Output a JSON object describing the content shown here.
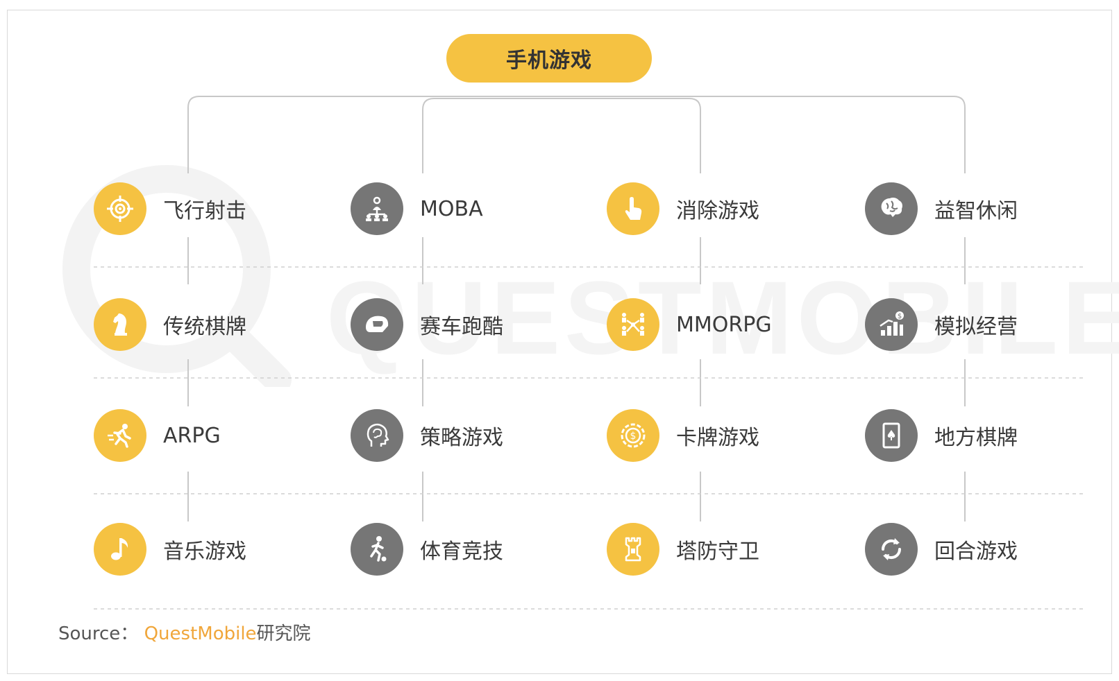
{
  "diagram": {
    "root": {
      "label": "手机游戏"
    },
    "columns": [
      {
        "color": "yellow",
        "items": [
          {
            "label": "飞行射击",
            "icon": "crosshair-icon"
          },
          {
            "label": "传统棋牌",
            "icon": "chess-knight-icon"
          },
          {
            "label": "ARPG",
            "icon": "running-figure-icon"
          },
          {
            "label": "音乐游戏",
            "icon": "music-note-icon"
          }
        ]
      },
      {
        "color": "gray",
        "items": [
          {
            "label": "MOBA",
            "icon": "team-network-icon"
          },
          {
            "label": "赛车跑酷",
            "icon": "racing-helmet-icon"
          },
          {
            "label": "策略游戏",
            "icon": "head-brain-icon"
          },
          {
            "label": "体育竞技",
            "icon": "kicking-player-icon"
          }
        ]
      },
      {
        "color": "yellow",
        "items": [
          {
            "label": "消除游戏",
            "icon": "pointing-hand-icon"
          },
          {
            "label": "MMORPG",
            "icon": "multiplayer-icon"
          },
          {
            "label": "卡牌游戏",
            "icon": "coin-icon"
          },
          {
            "label": "塔防守卫",
            "icon": "tower-icon"
          }
        ]
      },
      {
        "color": "gray",
        "items": [
          {
            "label": "益智休闲",
            "icon": "brain-icon"
          },
          {
            "label": "模拟经营",
            "icon": "bar-growth-icon"
          },
          {
            "label": "地方棋牌",
            "icon": "playing-card-icon"
          },
          {
            "label": "回合游戏",
            "icon": "cycle-arrows-icon"
          }
        ]
      }
    ]
  },
  "source": {
    "prefix": "Source：",
    "brand": "QuestMobile",
    "suffix": "研究院"
  },
  "watermark": {
    "text": "QUESTMOBILE"
  },
  "colors": {
    "yellow": "#f5c242",
    "gray": "#767676",
    "line": "#c8c8c8",
    "brand": "#f0a63a"
  }
}
